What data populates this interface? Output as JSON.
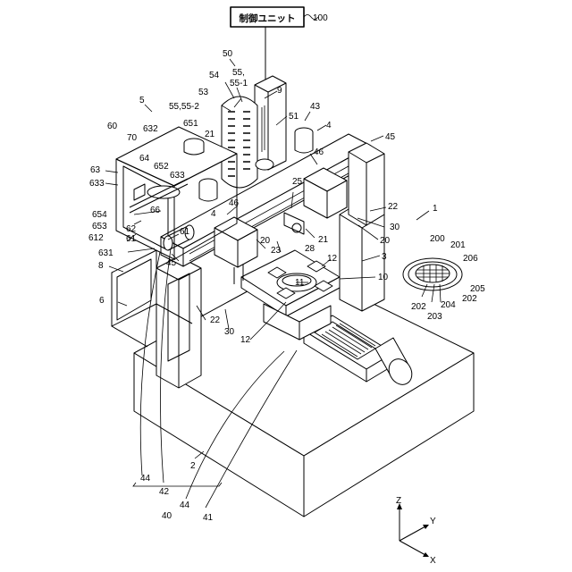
{
  "control_unit": {
    "label": "制御ユニット",
    "ref": "100"
  },
  "axes": {
    "z": "Z",
    "y": "Y",
    "x": "X"
  },
  "refs": [
    {
      "id": "n50",
      "text": "50"
    },
    {
      "id": "n54",
      "text": "54"
    },
    {
      "id": "n55",
      "text": "55,"
    },
    {
      "id": "n55_1",
      "text": "55-1"
    },
    {
      "id": "n9",
      "text": "9"
    },
    {
      "id": "n5",
      "text": "5"
    },
    {
      "id": "n53",
      "text": "53"
    },
    {
      "id": "n55_2",
      "text": "55,55-2"
    },
    {
      "id": "n43",
      "text": "43"
    },
    {
      "id": "n60",
      "text": "60"
    },
    {
      "id": "n632",
      "text": "632"
    },
    {
      "id": "n51",
      "text": "51"
    },
    {
      "id": "n4a",
      "text": "4"
    },
    {
      "id": "n21a",
      "text": "21"
    },
    {
      "id": "n651",
      "text": "651"
    },
    {
      "id": "n45a",
      "text": "45"
    },
    {
      "id": "n70",
      "text": "70"
    },
    {
      "id": "n46a",
      "text": "46"
    },
    {
      "id": "n63",
      "text": "63"
    },
    {
      "id": "n64",
      "text": "64"
    },
    {
      "id": "n652",
      "text": "652"
    },
    {
      "id": "n633a",
      "text": "633"
    },
    {
      "id": "n633b",
      "text": "633"
    },
    {
      "id": "n22a",
      "text": "22"
    },
    {
      "id": "n25",
      "text": "25"
    },
    {
      "id": "n4b",
      "text": "4"
    },
    {
      "id": "n46b",
      "text": "46"
    },
    {
      "id": "n66",
      "text": "66"
    },
    {
      "id": "n654",
      "text": "654"
    },
    {
      "id": "n653",
      "text": "653"
    },
    {
      "id": "n612",
      "text": "612"
    },
    {
      "id": "n62",
      "text": "62"
    },
    {
      "id": "n61a",
      "text": "61"
    },
    {
      "id": "n61b",
      "text": "61"
    },
    {
      "id": "n1",
      "text": "1"
    },
    {
      "id": "n30a",
      "text": "30"
    },
    {
      "id": "n20a",
      "text": "20"
    },
    {
      "id": "n21b",
      "text": "21"
    },
    {
      "id": "n23",
      "text": "23"
    },
    {
      "id": "n28",
      "text": "28"
    },
    {
      "id": "n20b",
      "text": "20"
    },
    {
      "id": "n200",
      "text": "200"
    },
    {
      "id": "n201",
      "text": "201"
    },
    {
      "id": "n206",
      "text": "206"
    },
    {
      "id": "n631",
      "text": "631"
    },
    {
      "id": "n8",
      "text": "8"
    },
    {
      "id": "n45b",
      "text": "45"
    },
    {
      "id": "n12a",
      "text": "12"
    },
    {
      "id": "n3",
      "text": "3"
    },
    {
      "id": "n10",
      "text": "10"
    },
    {
      "id": "n11",
      "text": "11"
    },
    {
      "id": "n205",
      "text": "205"
    },
    {
      "id": "n6",
      "text": "6"
    },
    {
      "id": "n202a",
      "text": "202"
    },
    {
      "id": "n203",
      "text": "203"
    },
    {
      "id": "n204",
      "text": "204"
    },
    {
      "id": "n202b",
      "text": "202"
    },
    {
      "id": "n22b",
      "text": "22"
    },
    {
      "id": "n30b",
      "text": "30"
    },
    {
      "id": "n12b",
      "text": "12"
    },
    {
      "id": "n2",
      "text": "2"
    },
    {
      "id": "n44a",
      "text": "44"
    },
    {
      "id": "n42",
      "text": "42"
    },
    {
      "id": "n44b",
      "text": "44"
    },
    {
      "id": "n40",
      "text": "40"
    },
    {
      "id": "n41",
      "text": "41"
    }
  ]
}
